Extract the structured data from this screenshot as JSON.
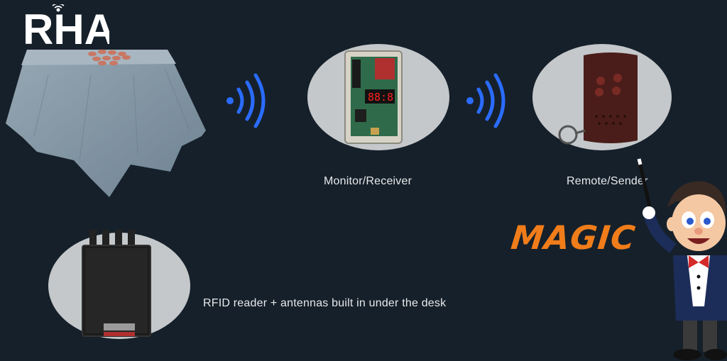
{
  "logo": {
    "text": "RHA"
  },
  "captions": {
    "monitor": "Monitor/Receiver",
    "remote": "Remote/Sender",
    "reader": "RFID reader + antennas built in under the desk"
  },
  "magic_label": "MAGIC",
  "receiver_display": "88:8",
  "colors": {
    "background": "#16202a",
    "signal": "#2a6cff",
    "magic": "#f07d1a",
    "oval": "#c4c8cb",
    "caption": "#e6e9ec"
  },
  "icons": [
    "rha-logo",
    "table-with-cloth",
    "wireless-signal-icon",
    "receiver-device",
    "remote-control",
    "rfid-reader-board",
    "magician-cartoon"
  ]
}
